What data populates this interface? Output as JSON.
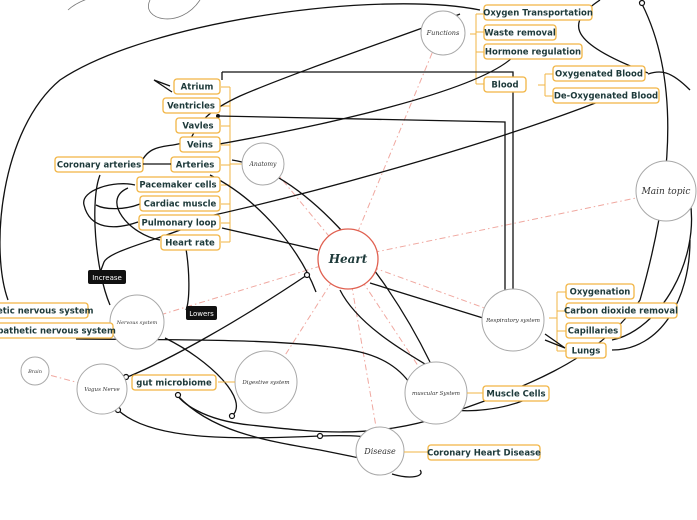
{
  "central": "Heart",
  "main_topic": "Main topic",
  "topics": {
    "functions": "Functions",
    "anatomy": "Anatomy",
    "respiratory": "Respiratory system",
    "muscular": "muscular System",
    "disease": "Disease",
    "digestive": "Digestive system",
    "nervous": "Nervous system",
    "vagus": "Vagus Nerve",
    "brain": "Brain"
  },
  "functions_items": [
    "Oxygen Transportation",
    "Waste removal",
    "Hormone regulation",
    "Blood"
  ],
  "blood_items": [
    "Oxygenated Blood",
    "De-Oxygenated Blood"
  ],
  "anatomy_items": [
    "Atrium",
    "Ventricles",
    "Vavles",
    "Veins",
    "Arteries",
    "Pacemaker cells",
    "Cardiac muscle",
    "Pulmonary loop",
    "Heart rate"
  ],
  "coronary_arteries": "Coronary arteries",
  "respiratory_items": [
    "Oxygenation",
    "Carbon dioxide removal",
    "Capillaries",
    "Lungs"
  ],
  "muscle_cells": "Muscle Cells",
  "coronary_heart_disease": "Coronary Heart Disease",
  "gut_microbiome": "gut microbiome",
  "nervous_items": [
    "Sympathetic nervous system",
    "Parasympathetic nervous system"
  ],
  "labels": {
    "increase": "Increase",
    "lowers": "Lowers"
  },
  "colors": {
    "accent": "#f2b544",
    "central_stroke": "#e06050",
    "relation_dash": "#f0a8a0",
    "text": "#1e3a3a"
  }
}
